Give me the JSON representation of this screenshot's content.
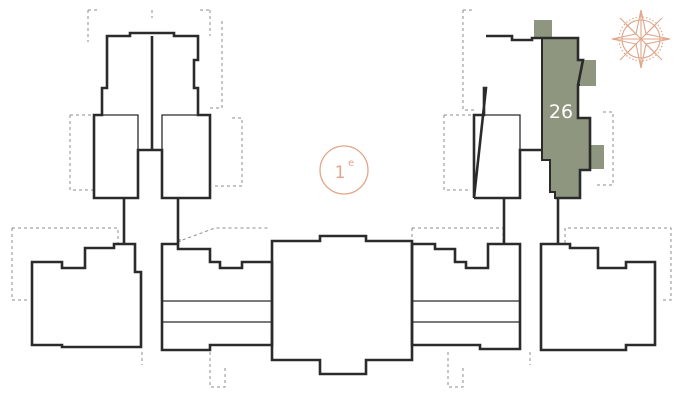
{
  "floor": {
    "number": "1",
    "suffix": "e"
  },
  "highlighted_unit": {
    "number": "26"
  },
  "colors": {
    "highlight": "#8f9680",
    "accent": "#e0a68a",
    "wall": "#2b2b2b",
    "dashed": "#8c8c8c"
  },
  "icons": {
    "compass": "compass-rose-icon"
  }
}
